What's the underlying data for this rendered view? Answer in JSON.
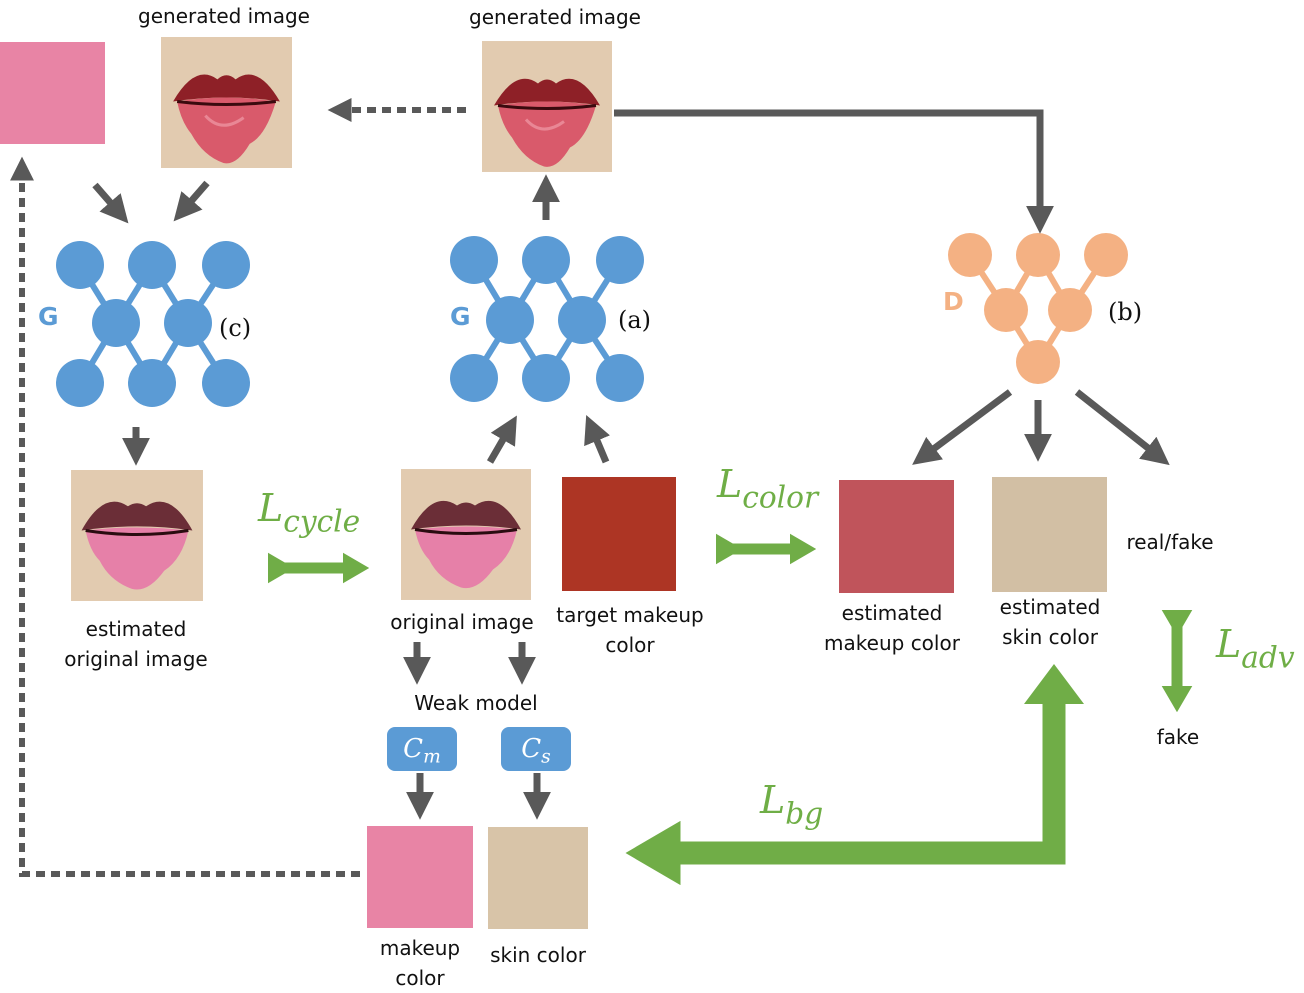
{
  "labels": {
    "generated_image_left": "generated image",
    "generated_image_center": "generated image",
    "estimated_original_image": "estimated original image",
    "original_image": "original image",
    "target_makeup_color": "target makeup color",
    "estimated_makeup_color": "estimated makeup color",
    "estimated_skin_color": "estimated skin color",
    "real_fake": "real/fake",
    "fake": "fake",
    "weak_model": "Weak model",
    "makeup_color": "makeup color",
    "skin_color": "skin color"
  },
  "networks": {
    "generator_letter": "G",
    "discriminator_letter": "D",
    "tag_a": "(a)",
    "tag_b": "(b)",
    "tag_c": "(c)"
  },
  "losses": {
    "cycle": {
      "main": "L",
      "sub": "cycle"
    },
    "color": {
      "main": "L",
      "sub": "color"
    },
    "adv": {
      "main": "L",
      "sub": "adv"
    },
    "bg": {
      "main": "L",
      "sub": "bg"
    }
  },
  "weak_outputs": {
    "cm": {
      "main": "C",
      "sub": "m"
    },
    "cs": {
      "main": "C",
      "sub": "s"
    }
  },
  "colors": {
    "generator_blue": "#5b9bd5",
    "discriminator_orange": "#f4b183",
    "loss_green": "#70ad47",
    "arrow_gray": "#595959",
    "makeup_pink": "#e884a5",
    "skin_beige": "#d8c4a8",
    "target_red": "#ad3524",
    "estimated_makeup_red": "#c0545b",
    "estimated_skin_tan": "#d2bfa4"
  }
}
